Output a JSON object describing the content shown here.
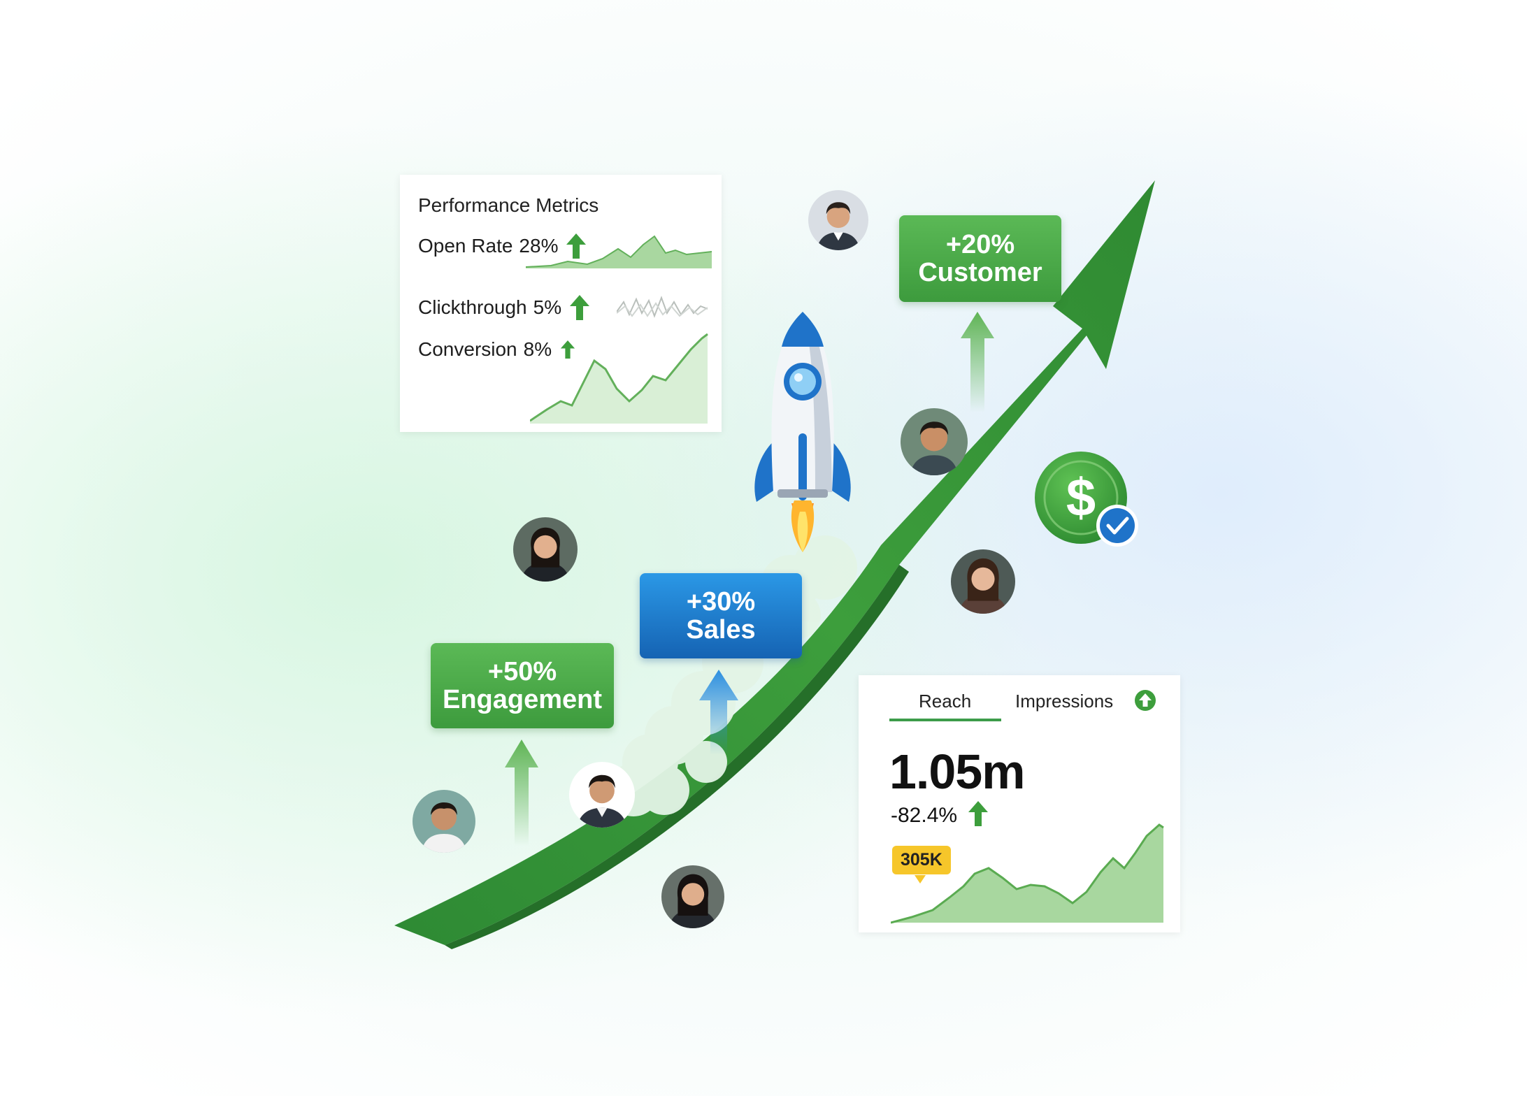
{
  "metrics_card": {
    "title": "Performance Metrics",
    "rows": [
      {
        "label": "Open Rate",
        "value": "28%"
      },
      {
        "label": "Clickthrough",
        "value": "5%"
      },
      {
        "label": "Conversion",
        "value": "8%"
      }
    ]
  },
  "badges": {
    "engagement": {
      "value": "+50%",
      "label": "Engagement"
    },
    "sales": {
      "value": "+30%",
      "label": "Sales"
    },
    "customer": {
      "value": "+20%",
      "label": "Customer"
    }
  },
  "reach_card": {
    "tabs": [
      "Reach",
      "Impressions"
    ],
    "active_tab": "Reach",
    "value": "1.05m",
    "delta": "-82.4%",
    "callout": "305K"
  },
  "icons": [
    "rocket-icon",
    "dollar-coin-icon",
    "checkmark-icon",
    "up-arrow-icon",
    "growth-arrow-icon",
    "person-avatar-icon"
  ],
  "colors": {
    "green": "#3c9c3c",
    "green_light": "#5bb956",
    "blue": "#1f7fd0",
    "yellow": "#f6c62a",
    "text": "#1d1d1d"
  }
}
